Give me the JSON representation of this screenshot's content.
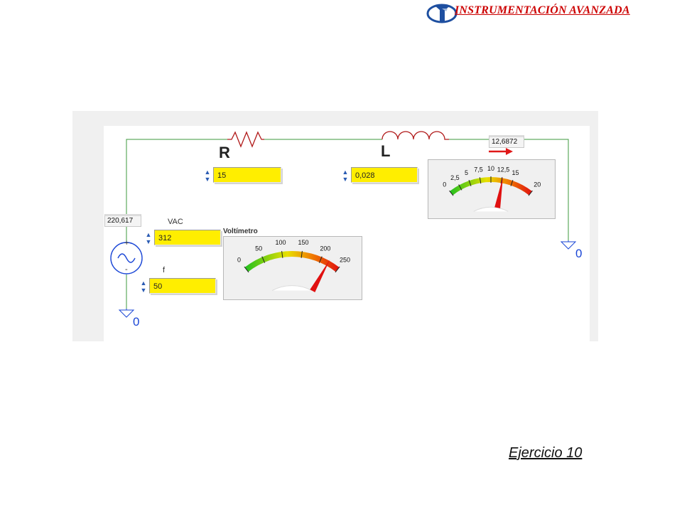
{
  "header": {
    "title": "INSTRUMENTACIÓN AVANZADA",
    "logo_icon": "faculty-logo-icon"
  },
  "circuit": {
    "resistor": {
      "symbol": "R",
      "value": "15"
    },
    "inductor": {
      "symbol": "L",
      "value": "0,028"
    },
    "source": {
      "amplitude_label": "VAC",
      "amplitude": "312",
      "frequency_label": "f",
      "frequency": "50",
      "plus": "+",
      "minus": "-"
    },
    "source_voltage_indicator": "220,617",
    "current_indicator": "12,6872",
    "ground_label": "0"
  },
  "voltmeter": {
    "title": "Voltímetro",
    "scale": [
      "0",
      "50",
      "100",
      "150",
      "200",
      "250"
    ],
    "value": 220.617,
    "min": 0,
    "max": 250
  },
  "ammeter": {
    "scale": [
      "0",
      "2,5",
      "5",
      "7,5",
      "10",
      "12,5",
      "15",
      "20"
    ],
    "value": 12.6872,
    "min": 0,
    "max": 20
  },
  "footer": {
    "exercise": "Ejercicio 10"
  },
  "colors": {
    "wire": "#3c9a3c",
    "box": "#ffee00",
    "ground_label": "#1a46d6",
    "header": "#cc0000"
  }
}
